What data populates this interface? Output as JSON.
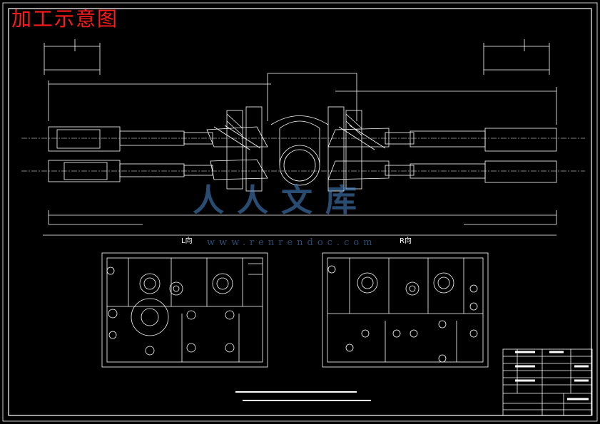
{
  "title": "加工示意图",
  "view_labels": {
    "left": "L向",
    "right": "R向"
  },
  "watermark": {
    "text": "人人文库",
    "url": "www.renrendoc.com"
  },
  "colors": {
    "background": "#000000",
    "lines": "#ffffff",
    "title": "#ff1a1a",
    "watermark": "#4a8bd0"
  }
}
